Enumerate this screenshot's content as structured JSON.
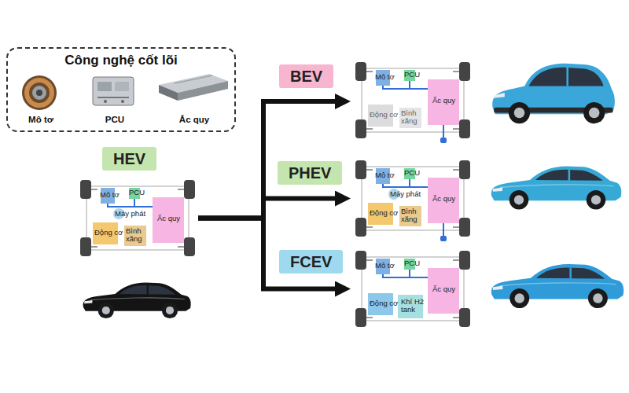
{
  "diagram": {
    "nodes": [
      {
        "text": [
          "Công nghệ cốt lõi",
          "Mô tơ",
          "PCU",
          "Ắc quy"
        ]
      },
      {
        "text": [
          "HEV",
          "Mô tơ",
          "PCU",
          "Máy phát",
          "Ắc quy",
          "Động cơ",
          "Bình xăng"
        ]
      },
      {
        "text": [
          "BEV",
          "Mô tơ",
          "PCU",
          "Ắc quy",
          "Động cơ",
          "Bình xăng"
        ]
      },
      {
        "text": [
          "PHEV",
          "Mô tơ",
          "PCU",
          "Máy phát",
          "Ắc quy",
          "Động cơ",
          "Bình xăng"
        ]
      },
      {
        "text": [
          "FCEV",
          "Mô tơ",
          "PCU",
          "Ắc quy",
          "Động cơ",
          "Khí H2 tank"
        ]
      }
    ],
    "edges": [
      {
        "from": 1,
        "to": 2,
        "arrow": "to"
      },
      {
        "from": 1,
        "to": 3,
        "arrow": "to"
      },
      {
        "from": 1,
        "to": 4,
        "arrow": "to"
      }
    ]
  }
}
